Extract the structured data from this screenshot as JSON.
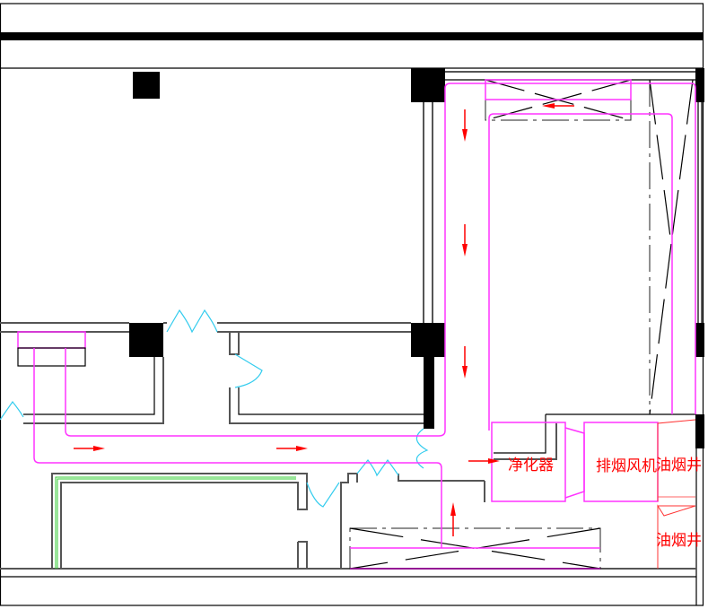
{
  "labels": {
    "purifier": "净化器",
    "exhaust_fan": "排烟风机",
    "oil_smoke_shaft_1": "油烟井",
    "oil_smoke_shaft_2": "油烟井"
  },
  "colors": {
    "duct": "#ff33ff",
    "arrow": "#ff0000",
    "door": "#33ccee",
    "wall": "#555555",
    "column": "#000000",
    "green_line": "#33cc33"
  }
}
